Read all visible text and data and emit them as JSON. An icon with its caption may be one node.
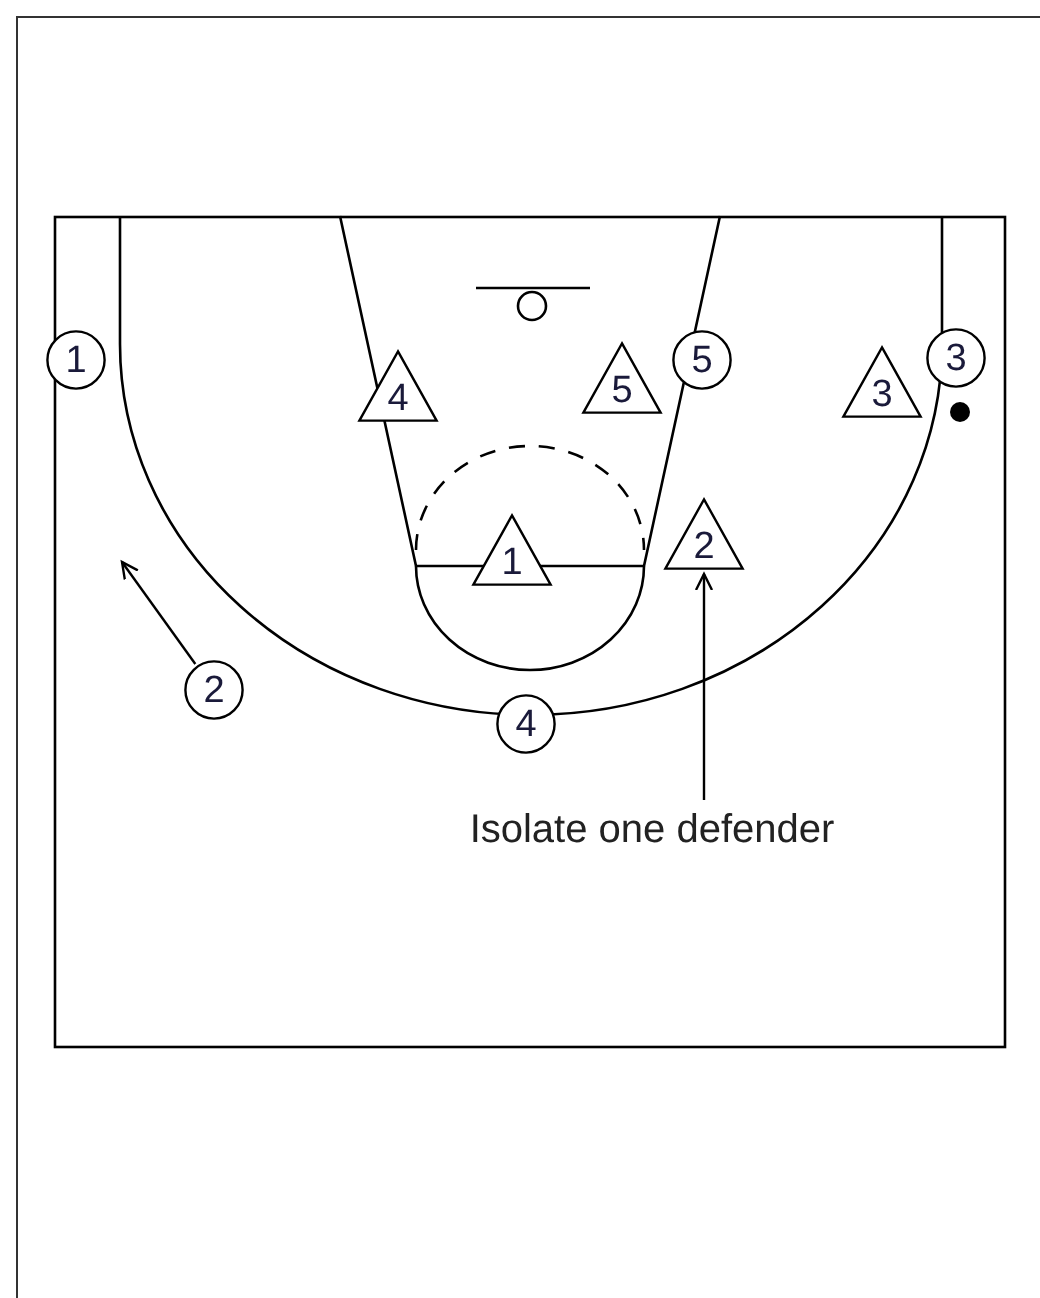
{
  "diagram": {
    "nodes": [
      {
        "text": [
          "1"
        ]
      },
      {
        "text": [
          "4"
        ]
      },
      {
        "text": [
          "5"
        ]
      },
      {
        "text": [
          "5"
        ]
      },
      {
        "text": [
          "3"
        ]
      },
      {
        "text": [
          "3"
        ]
      },
      {
        "text": [
          "1"
        ]
      },
      {
        "text": [
          "2"
        ]
      },
      {
        "text": [
          "2"
        ]
      },
      {
        "text": [
          "4"
        ]
      },
      {
        "text": [
          "Isolate one defender"
        ]
      }
    ],
    "edges": [
      {
        "from": 8,
        "to": null,
        "arrow": "to"
      },
      {
        "from": 10,
        "to": 7,
        "arrow": "to"
      }
    ]
  }
}
